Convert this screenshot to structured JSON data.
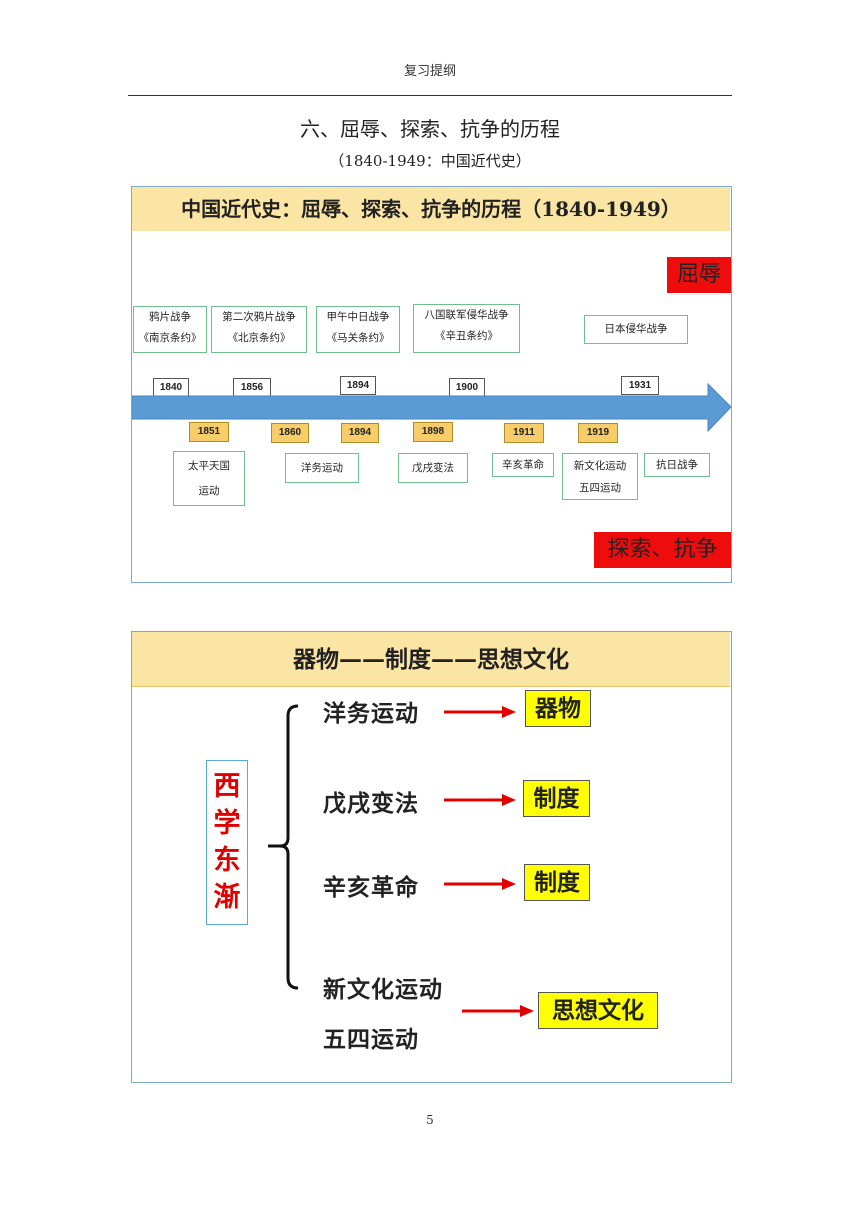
{
  "header": {
    "text": "复习提纲"
  },
  "section_title": "六、屈辱、探索、抗争的历程",
  "section_subtitle": "（1840-1949：中国近代史）",
  "timeline_slide": {
    "banner": "中国近代史：屈辱、探索、抗争的历程（1840-1949）",
    "tag_top": "屈辱",
    "tag_bottom": "探索、抗争",
    "top_events": [
      {
        "line1": "鸦片战争",
        "line2": "《南京条约》"
      },
      {
        "line1": "第二次鸦片战争",
        "line2": "《北京条约》"
      },
      {
        "line1": "甲午中日战争",
        "line2": "《马关条约》"
      },
      {
        "line1": "八国联军侵华战争",
        "line2": "《辛丑条约》"
      },
      {
        "line1": "日本侵华战争",
        "line2": ""
      }
    ],
    "top_years": [
      "1840",
      "1856",
      "1894",
      "1900",
      "1931"
    ],
    "bottom_years": [
      "1851",
      "1860",
      "1894",
      "1898",
      "1911",
      "1919"
    ],
    "bottom_events": [
      {
        "line1": "太平天国",
        "line2": "运动"
      },
      {
        "line1": "洋务运动",
        "line2": ""
      },
      {
        "line1": "戊戌变法",
        "line2": ""
      },
      {
        "line1": "辛亥革命",
        "line2": ""
      },
      {
        "line1": "新文化运动",
        "line2": "五四运动"
      },
      {
        "line1": "抗日战争",
        "line2": ""
      }
    ],
    "colors": {
      "arrow": "#5b9bd5",
      "banner": "#fbe5a5",
      "red_tag": "#ee0c0c",
      "year_highlight": "#f6cd68"
    }
  },
  "concept_slide": {
    "banner": "器物——制度——思想文化",
    "left_label": [
      "西",
      "学",
      "东",
      "渐"
    ],
    "rows": [
      {
        "event": "洋务运动",
        "result": "器物"
      },
      {
        "event": "戊戌变法",
        "result": "制度"
      },
      {
        "event": "辛亥革命",
        "result": "制度"
      },
      {
        "event_line1": "新文化运动",
        "event_line2": "五四运动",
        "result": "思想文化"
      }
    ],
    "colors": {
      "arrow": "#e00000",
      "result_box": "#ffff00",
      "left_label_text": "#e00000"
    }
  },
  "page_number": "5"
}
